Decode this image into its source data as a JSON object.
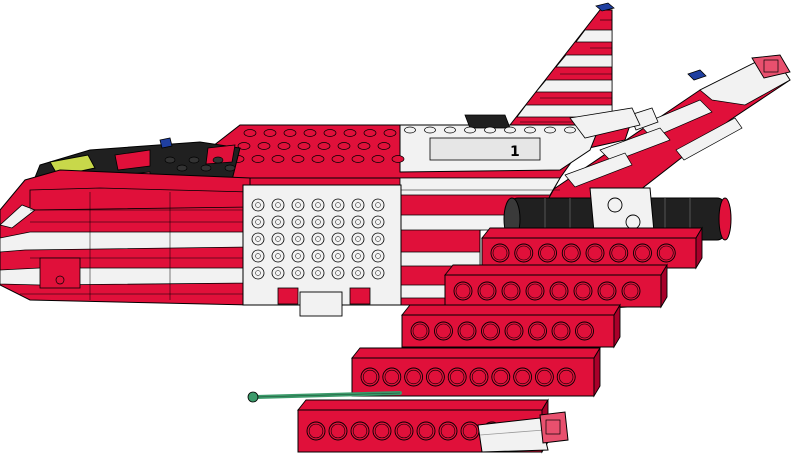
{
  "scene": {
    "subject": "lego-jet-building-instruction-step",
    "colors": {
      "red": "#e0103a",
      "red_dark": "#a8002a",
      "white": "#f2f2f2",
      "white_shade": "#d4d4d4",
      "black": "#202020",
      "outline": "#000000",
      "trans_red": "#e8506e",
      "blue": "#1f3fa0",
      "yellow_trans": "#c8d84a",
      "antenna_green": "#3b9a6a"
    },
    "loose_plates": [
      {
        "part": "plate-1x8-red",
        "studs": 8
      },
      {
        "part": "plate-1x8-red",
        "studs": 8
      },
      {
        "part": "plate-1x8-red",
        "studs": 8
      },
      {
        "part": "plate-1x10-red",
        "studs": 10
      },
      {
        "part": "plate-1x10-red",
        "studs": 10
      }
    ],
    "grille": {
      "cols": 7,
      "rows": 5
    }
  }
}
